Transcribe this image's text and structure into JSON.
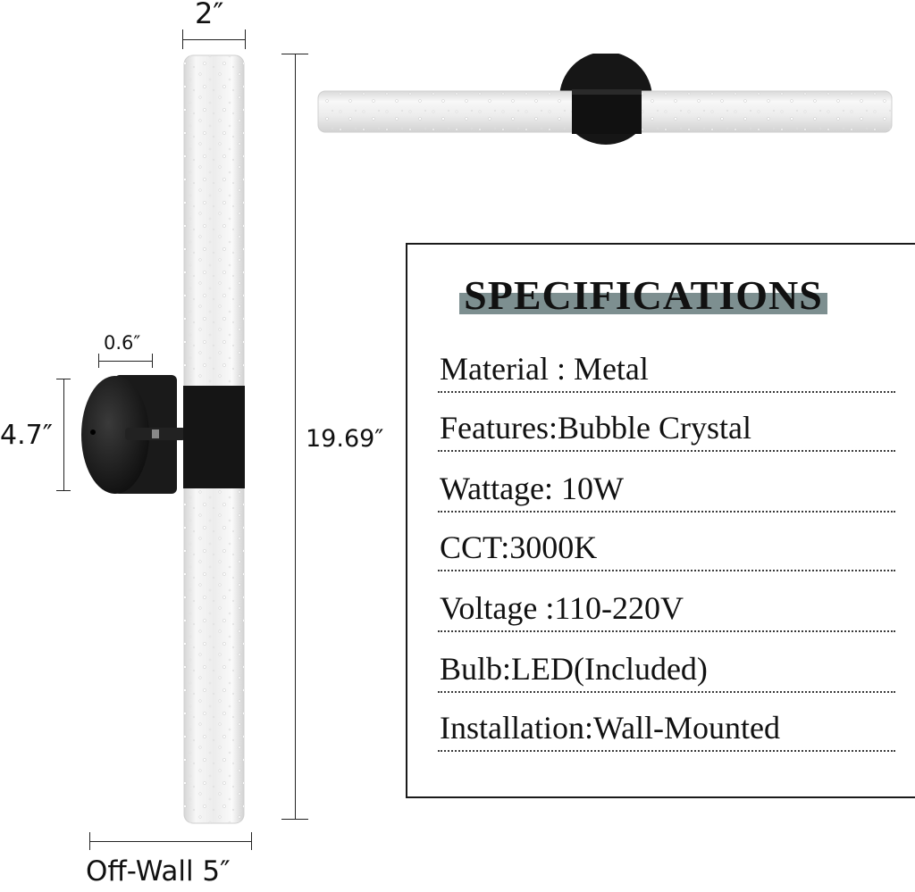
{
  "dimensions": {
    "width": "2″",
    "backplate_depth": "0.6″",
    "backplate_height": "4.7″",
    "length": "19.69″",
    "off_wall": "Off-Wall 5″"
  },
  "specifications": {
    "title": "SPECIFICATIONS",
    "rows": [
      "Material : Metal",
      "Features:Bubble Crystal",
      "Wattage: 10W",
      "CCT:3000K",
      "Voltage :110-220V",
      "Bulb:LED(Included)",
      "Installation:Wall-Mounted"
    ]
  },
  "colors": {
    "fixture_black": "#141414",
    "title_bar": "#7d8f90"
  }
}
